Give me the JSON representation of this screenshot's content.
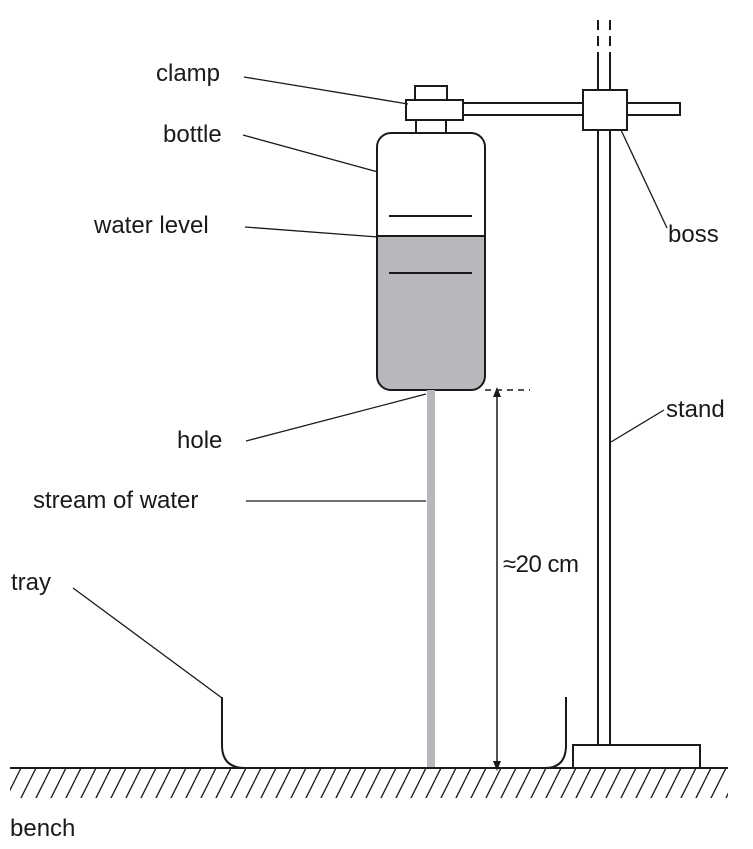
{
  "labels": {
    "clamp": "clamp",
    "bottle": "bottle",
    "water_level": "water level",
    "boss": "boss",
    "hole": "hole",
    "stream": "stream of water",
    "stand": "stand",
    "tray": "tray",
    "bench": "bench",
    "height": "≈20 cm"
  },
  "colors": {
    "line": "#1a1a1a",
    "water": "#b7b8bb",
    "stream": "#b7b8bb",
    "background": "#ffffff"
  }
}
